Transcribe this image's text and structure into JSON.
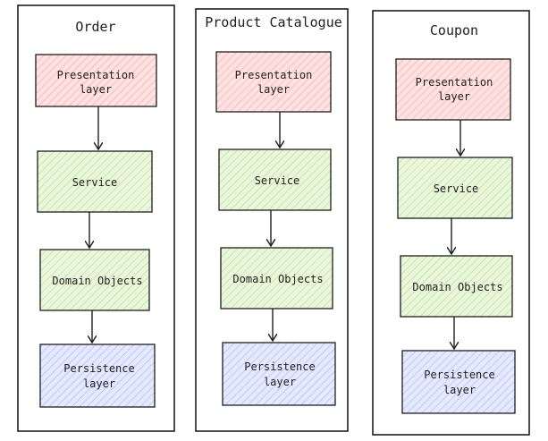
{
  "colors": {
    "presentation": "#ffc9c9",
    "service": "#d8f0c0",
    "domain": "#d8f0c0",
    "persistence": "#d0d8ff",
    "stroke": "#1e1e1e"
  },
  "services": [
    {
      "title": "Order",
      "layers": [
        {
          "line1": "Presentation",
          "line2": "layer",
          "kind": "presentation"
        },
        {
          "line1": "Service",
          "line2": "",
          "kind": "service"
        },
        {
          "line1": "Domain Objects",
          "line2": "",
          "kind": "domain"
        },
        {
          "line1": "Persistence",
          "line2": "layer",
          "kind": "persistence"
        }
      ]
    },
    {
      "title": "Product Catalogue",
      "layers": [
        {
          "line1": "Presentation",
          "line2": "layer",
          "kind": "presentation"
        },
        {
          "line1": "Service",
          "line2": "",
          "kind": "service"
        },
        {
          "line1": "Domain Objects",
          "line2": "",
          "kind": "domain"
        },
        {
          "line1": "Persistence",
          "line2": "layer",
          "kind": "persistence"
        }
      ]
    },
    {
      "title": "Coupon",
      "layers": [
        {
          "line1": "Presentation",
          "line2": "layer",
          "kind": "presentation"
        },
        {
          "line1": "Service",
          "line2": "",
          "kind": "service"
        },
        {
          "line1": "Domain Objects",
          "line2": "",
          "kind": "domain"
        },
        {
          "line1": "Persistence",
          "line2": "layer",
          "kind": "persistence"
        }
      ]
    }
  ]
}
